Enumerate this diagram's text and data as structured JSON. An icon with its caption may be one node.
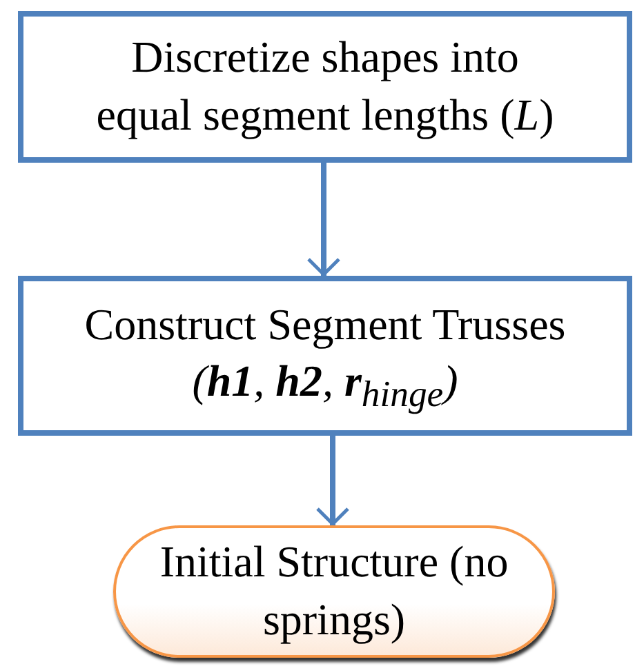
{
  "diagram": {
    "nodes": [
      {
        "text": [
          "Discretize shapes into equal segment lengths  (*L*)"
        ]
      },
      {
        "text": [
          "Construct Segment Trusses",
          "(**h1**, **h2**, **r**$_{hinge}$)"
        ]
      },
      {
        "text": [
          "Initial Structure (no springs)"
        ]
      }
    ],
    "edges": [
      {
        "from": 0,
        "to": 1,
        "arrow": "to"
      },
      {
        "from": 1,
        "to": 2,
        "arrow": "to"
      }
    ]
  }
}
